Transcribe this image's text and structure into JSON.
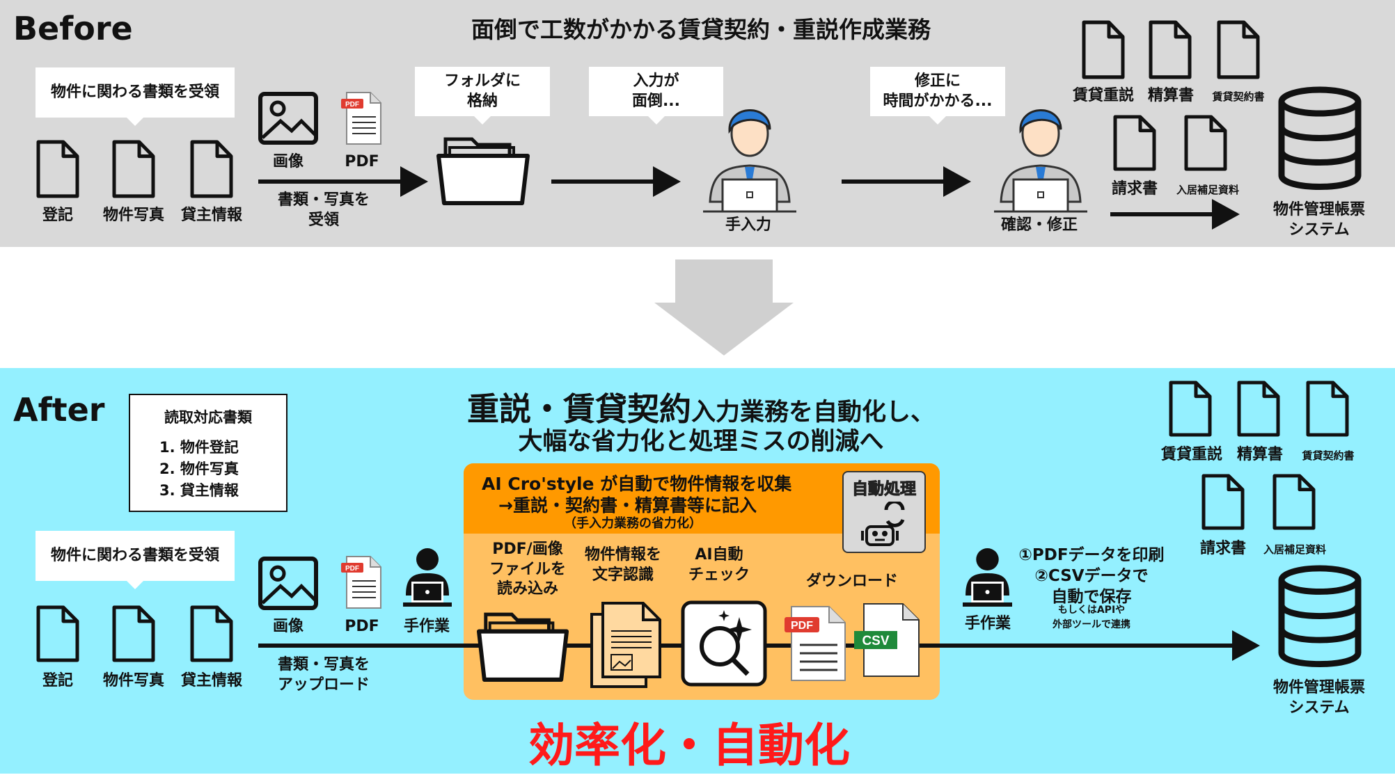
{
  "before": {
    "heading": "Before",
    "title": "面倒で工数がかかる賃貸契約・重説作成業務",
    "callout_receive": "物件に関わる書類を受領",
    "docs": [
      "登記",
      "物件写真",
      "貸主情報"
    ],
    "image_label": "画像",
    "pdf_label": "PDF",
    "pdf_badge": "PDF",
    "arrow_label": "書類・写真を\n受領",
    "callout_folder": "フォルダに\n格納",
    "callout_input": "入力が\n面倒...",
    "manual_input_label": "手入力",
    "callout_fix": "修正に\n時間がかかる...",
    "check_fix_label": "確認・修正",
    "output_docs": [
      "賃貸重説",
      "精算書",
      "賃貸契約書",
      "請求書",
      "入居補足資料"
    ],
    "system_label": "物件管理帳票\nシステム"
  },
  "after": {
    "heading": "After",
    "supported_box": {
      "title": "読取対応書類",
      "items": [
        "1. 物件登記",
        "2. 物件写真",
        "3. 貸主情報"
      ]
    },
    "title_line1_big": "重説・賃貸契約",
    "title_line1_rest": "入力業務を自動化し、",
    "title_line2": "大幅な省力化と処理ミスの削減へ",
    "callout_receive": "物件に関わる書類を受領",
    "docs": [
      "登記",
      "物件写真",
      "貸主情報"
    ],
    "image_label": "画像",
    "pdf_label": "PDF",
    "manual_label": "手作業",
    "arrow_label": "書類・写真を\nアップロード",
    "auto_box": {
      "line1": "AI Cro'style が自動で物件情報を収集",
      "line2": "→重説・契約書・精算書等に記入",
      "line3": "（手入力業務の省力化）",
      "badge": "自動処理",
      "steps": [
        "PDF/画像\nファイルを\n読み込み",
        "物件情報を\n文字認識",
        "AI自動\nチェック",
        "ダウンロード"
      ],
      "pdf_badge": "PDF",
      "csv_badge": "CSV"
    },
    "manual_label_right": "手作業",
    "output_steps": {
      "step1": "①PDFデータを印刷",
      "step2": "②CSVデータで",
      "step2b": "自動で保存",
      "note1": "もしくはAPIや",
      "note2": "外部ツールで連携"
    },
    "output_docs": [
      "賃貸重説",
      "精算書",
      "賃貸契約書",
      "請求書",
      "入居補足資料"
    ],
    "system_label": "物件管理帳票\nシステム",
    "slogan": "効率化・自動化"
  },
  "colors": {
    "before_bg": "#d9d9d9",
    "after_bg": "#94f0ff",
    "auto_top": "#ff9900",
    "auto_bottom": "#ffc061",
    "slogan": "#ff1a1a",
    "pdf_red": "#e03b2f",
    "csv_green": "#1f8a3a"
  }
}
